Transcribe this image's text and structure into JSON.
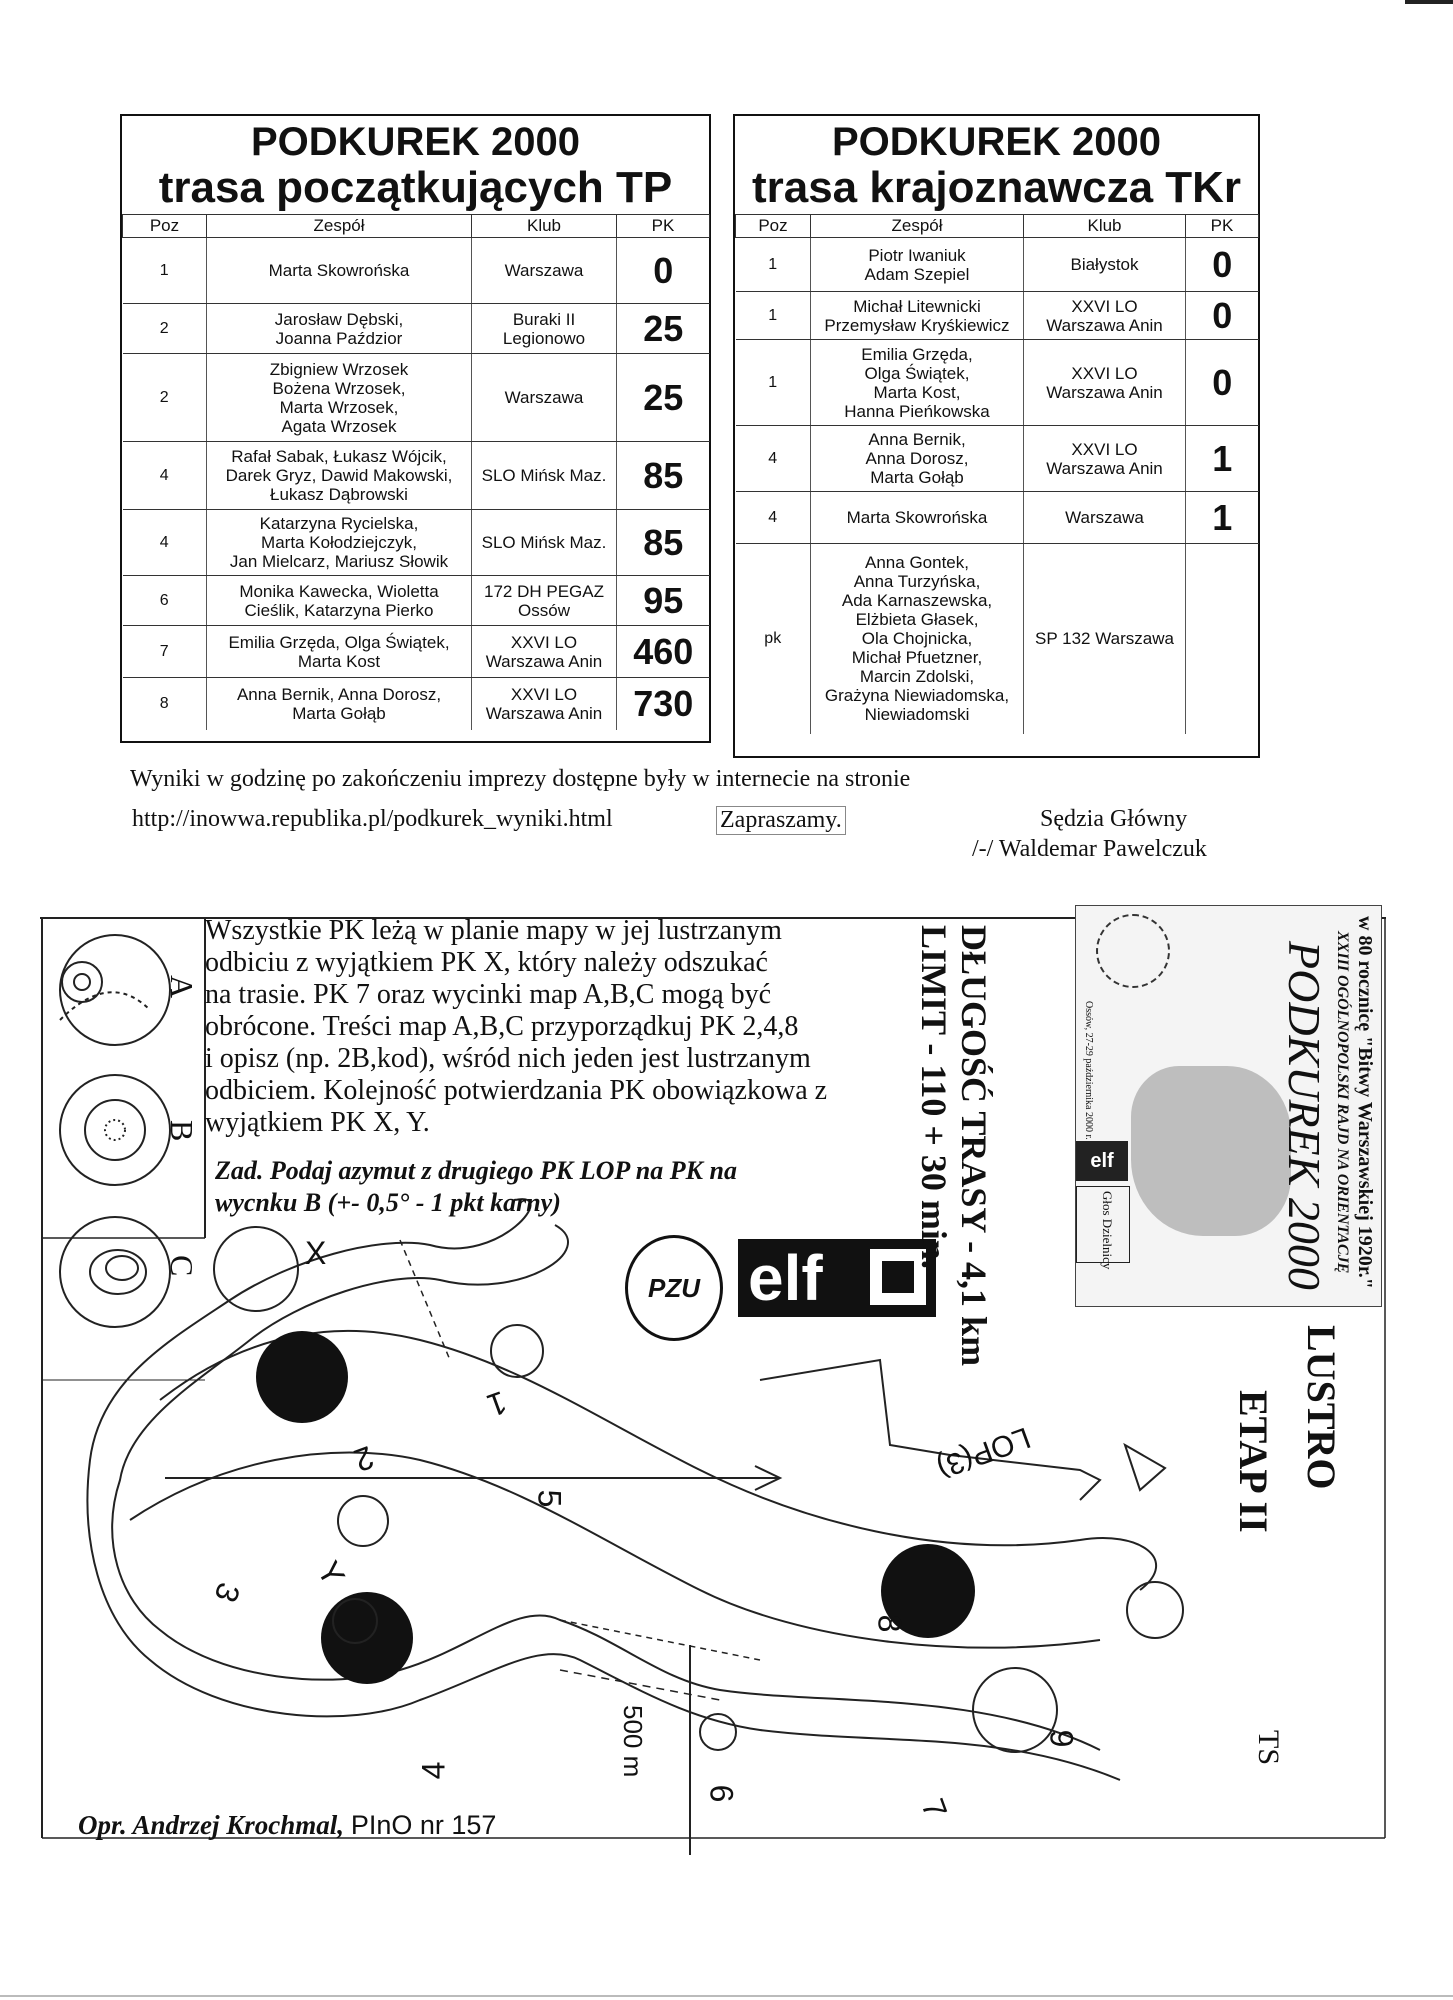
{
  "tp": {
    "title": "PODKUREK 2000",
    "subtitle": "trasa początkujących TP",
    "headers": [
      "Poz",
      "Zespół",
      "Klub",
      "PK"
    ],
    "rows": [
      {
        "poz": "1",
        "team": "Marta Skowrońska",
        "club": "Warszawa",
        "pk": "0"
      },
      {
        "poz": "2",
        "team": "Jarosław Dębski,\nJoanna Paździor",
        "club": "Buraki II\nLegionowo",
        "pk": "25"
      },
      {
        "poz": "2",
        "team": "Zbigniew Wrzosek\nBożena Wrzosek,\nMarta Wrzosek,\nAgata Wrzosek",
        "club": "Warszawa",
        "pk": "25"
      },
      {
        "poz": "4",
        "team": "Rafał Sabak, Łukasz Wójcik,\nDarek Gryz, Dawid Makowski,\nŁukasz Dąbrowski",
        "club": "SLO Mińsk Maz.",
        "pk": "85"
      },
      {
        "poz": "4",
        "team": "Katarzyna Rycielska,\nMarta Kołodziejczyk,\nJan Mielcarz, Mariusz Słowik",
        "club": "SLO Mińsk Maz.",
        "pk": "85"
      },
      {
        "poz": "6",
        "team": "Monika Kawecka, Wioletta\nCieślik, Katarzyna Pierko",
        "club": "172 DH PEGAZ\nOssów",
        "pk": "95"
      },
      {
        "poz": "7",
        "team": "Emilia Grzęda, Olga Świątek,\nMarta Kost",
        "club": "XXVI LO\nWarszawa Anin",
        "pk": "460"
      },
      {
        "poz": "8",
        "team": "Anna Bernik, Anna Dorosz,\nMarta Gołąb",
        "club": "XXVI LO\nWarszawa Anin",
        "pk": "730"
      }
    ]
  },
  "tkr": {
    "title": "PODKUREK 2000",
    "subtitle": "trasa krajoznawcza TKr",
    "headers": [
      "Poz",
      "Zespół",
      "Klub",
      "PK"
    ],
    "rows": [
      {
        "poz": "1",
        "team": "Piotr Iwaniuk\nAdam Szepiel",
        "club": "Białystok",
        "pk": "0"
      },
      {
        "poz": "1",
        "team": "Michał Litewnicki\nPrzemysław Kryśkiewicz",
        "club": "XXVI LO\nWarszawa Anin",
        "pk": "0"
      },
      {
        "poz": "1",
        "team": "Emilia Grzęda,\nOlga Świątek,\nMarta Kost,\nHanna Pieńkowska",
        "club": "XXVI LO\nWarszawa Anin",
        "pk": "0"
      },
      {
        "poz": "4",
        "team": "Anna Bernik,\nAnna Dorosz,\nMarta Gołąb",
        "club": "XXVI LO\nWarszawa Anin",
        "pk": "1"
      },
      {
        "poz": "4",
        "team": "Marta Skowrońska",
        "club": "Warszawa",
        "pk": "1"
      },
      {
        "poz": "pk",
        "team": "Anna Gontek,\nAnna Turzyńska,\nAda Karnaszewska,\nElżbieta Głasek,\nOla Chojnicka,\nMichał Pfuetzner,\nMarcin Zdolski,\nGrażyna Niewiadomska,\nNiewiadomski",
        "club": "SP 132 Warszawa",
        "pk": ""
      }
    ]
  },
  "notice": {
    "line1": "Wyniki w godzinę po zakończeniu imprezy dostępne były w internecie na stronie",
    "url": "http://inowwa.republika.pl/podkurek_wyniki.html",
    "invite": "Zapraszamy.",
    "judge_title": "Sędzia Główny",
    "judge_name": "/-/ Waldemar Pawelczuk"
  },
  "map": {
    "instructions": "Wszystkie PK leżą w planie mapy w jej lustrzanym\nodbiciu z wyjątkiem PK X, który należy odszukać\nna trasie. PK 7 oraz wycinki map A,B,C mogą być\nobrócone. Treści map A,B,C przyporządkuj PK 2,4,8\ni opisz (np. 2B,kod), wśród nich jeden jest lustrzanym\nodbiciem. Kolejność potwierdzania PK obowiązkowa z\nwyjątkiem PK X, Y.",
    "task": "Zad. Podaj azymut z drugiego PK LOP na PK na\n      wycnku B (+- 0,5° - 1 pkt karny)",
    "length": "DŁUGOŚĆ TRASY - 4,1 km",
    "limit": "LIMIT - 110 + 30 min.",
    "stage_name": "LUSTRO",
    "stage": "ETAP II",
    "route_code": "TS",
    "lop_label": "LOP(3)",
    "scale_label": "500 m",
    "inset_labels": [
      "A",
      "B",
      "C"
    ],
    "point_labels": [
      "X",
      "1",
      "2",
      "3",
      "4",
      "5",
      "6",
      "7",
      "8",
      "9",
      "Y"
    ],
    "credit": "Opr. Andrzej Krochmal,",
    "credit_hw": "PInO nr 157",
    "logo_elf": "elf",
    "logo_pzu": "PZU",
    "poster": {
      "top": "w 80 rocznicę \"Bitwy Warszawskiej 1920r.\"",
      "event": "XXIII OGÓLNOPOLSKI RAJD NA ORIENTACJĘ",
      "name": "PODKUREK 2000",
      "place": "Ossów, 27-29 października 2000 r.",
      "elf": "elf",
      "paper": "Głos Dzielnicy"
    }
  }
}
